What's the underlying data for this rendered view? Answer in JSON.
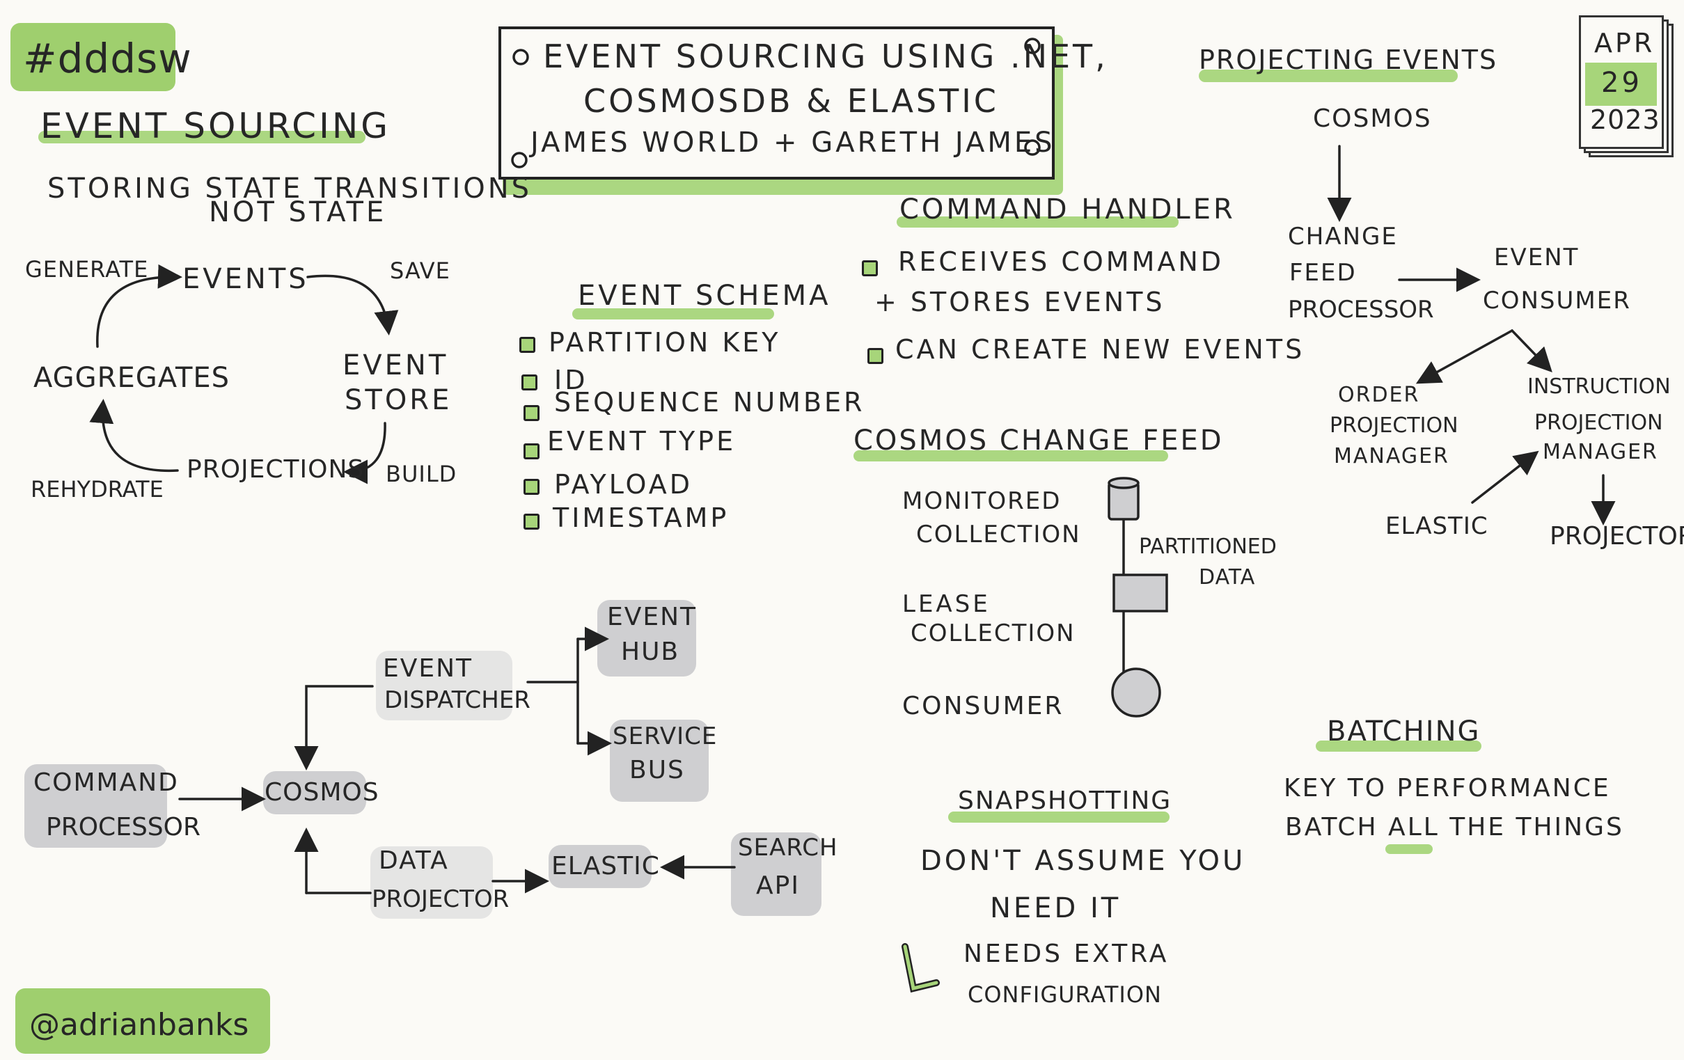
{
  "tags": {
    "hashtag": "#dddsw",
    "author": "@adrianbanks"
  },
  "title": {
    "line1": "EVENT SOURCING USING .NET,",
    "line2": "COSMOSDB & ELASTIC",
    "line3": "JAMES WORLD + GARETH JAMES"
  },
  "calendar": {
    "month": "APR",
    "day": "29",
    "year": "2023"
  },
  "event_sourcing": {
    "heading": "EVENT SOURCING",
    "line1": "STORING STATE TRANSITIONS",
    "line2": "NOT STATE",
    "cycle": {
      "events": "EVENTS",
      "event": "EVENT",
      "store": "STORE",
      "projections": "PROJECTIONS",
      "aggregates": "AGGREGATES",
      "generate": "GENERATE",
      "save": "SAVE",
      "build": "BUILD",
      "rehydrate": "REHYDRATE"
    }
  },
  "event_schema": {
    "heading": "EVENT SCHEMA",
    "items": [
      "PARTITION KEY",
      "ID",
      "SEQUENCE NUMBER",
      "EVENT TYPE",
      "PAYLOAD",
      "TIMESTAMP"
    ]
  },
  "command_handler": {
    "heading": "COMMAND HANDLER",
    "item1_line1": "RECEIVES COMMAND",
    "item1_line2": "+ STORES EVENTS",
    "item2": "CAN CREATE NEW EVENTS"
  },
  "change_feed": {
    "heading": "COSMOS CHANGE FEED",
    "monitored1": "MONITORED",
    "monitored2": "COLLECTION",
    "lease1": "LEASE",
    "lease2": "COLLECTION",
    "consumer": "CONSUMER",
    "partitioned1": "PARTITIONED",
    "partitioned2": "DATA"
  },
  "projecting": {
    "heading": "PROJECTING EVENTS",
    "cosmos": "COSMOS",
    "cfp1": "CHANGE",
    "cfp2": "FEED",
    "cfp3": "PROCESSOR",
    "ec1": "EVENT",
    "ec2": "CONSUMER",
    "order1": "ORDER",
    "order2": "PROJECTION",
    "order3": "MANAGER",
    "instr1": "INSTRUCTION",
    "instr2": "PROJECTION",
    "instr3": "MANAGER",
    "elastic": "ELASTIC",
    "projector": "PROJECTOR"
  },
  "architecture": {
    "command1": "COMMAND",
    "command2": "PROCESSOR",
    "cosmos": "COSMOS",
    "dispatcher1": "EVENT",
    "dispatcher2": "DISPATCHER",
    "hub1": "EVENT",
    "hub2": "HUB",
    "bus1": "SERVICE",
    "bus2": "BUS",
    "dp1": "DATA",
    "dp2": "PROJECTOR",
    "elastic": "ELASTIC",
    "search1": "SEARCH",
    "search2": "API"
  },
  "snapshotting": {
    "heading": "SNAPSHOTTING",
    "line1": "DON'T ASSUME YOU",
    "line2": "NEED IT",
    "line3": "NEEDS EXTRA",
    "line4": "CONFIGURATION"
  },
  "batching": {
    "heading": "BATCHING",
    "line1": "KEY TO PERFORMANCE",
    "line2": "BATCH ALL THE THINGS"
  }
}
